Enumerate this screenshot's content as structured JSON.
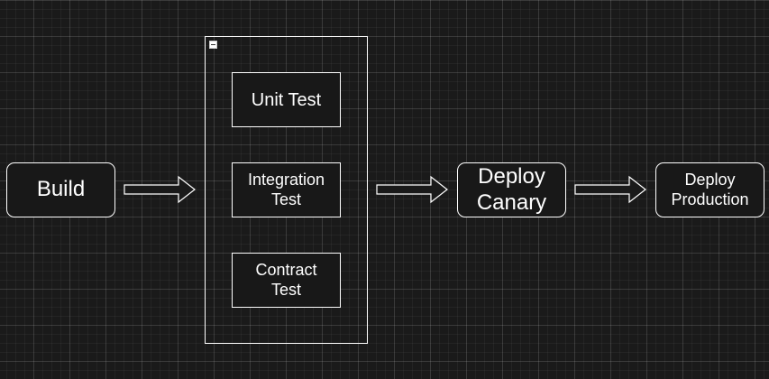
{
  "diagram": {
    "nodes": {
      "build": "Build",
      "unit_test": "Unit Test",
      "integration_test": "Integration\nTest",
      "contract_test": "Contract\nTest",
      "deploy_canary": "Deploy\nCanary",
      "deploy_production": "Deploy\nProduction"
    },
    "colors": {
      "background": "#1a1a1a",
      "stroke": "#ffffff",
      "text": "#ffffff"
    }
  }
}
